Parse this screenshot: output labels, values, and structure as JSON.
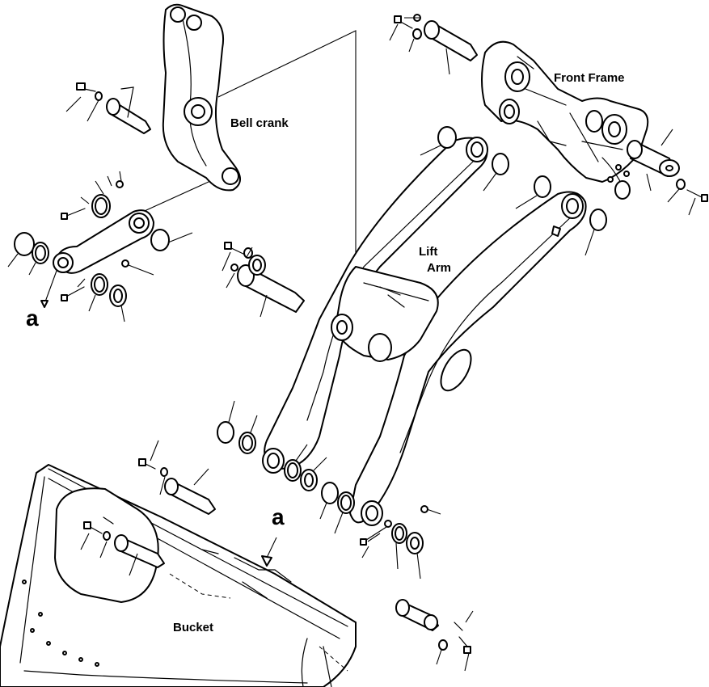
{
  "labels": {
    "bell_crank": "Bell crank",
    "front_frame": "Front Frame",
    "lift_arm_line1": "Lift",
    "lift_arm_line2": "Arm",
    "bucket": "Bucket",
    "view_marker": "a"
  }
}
